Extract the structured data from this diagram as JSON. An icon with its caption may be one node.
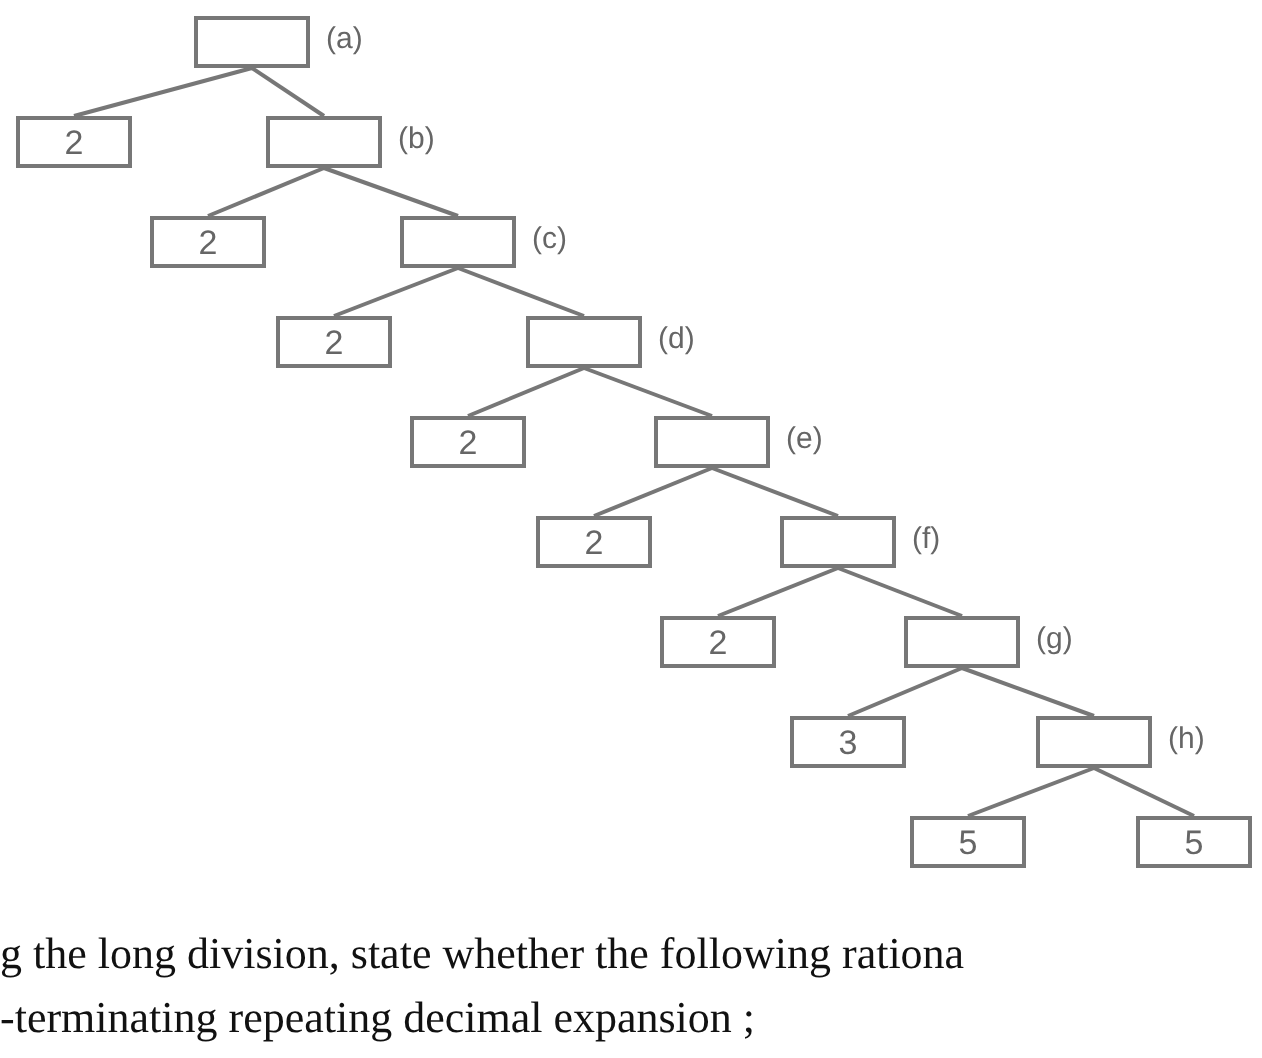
{
  "diagram": {
    "nodes": [
      {
        "text": [],
        "shape": "box",
        "beside": [
          "(a)"
        ]
      },
      {
        "text": [
          "2"
        ]
      },
      {
        "text": [],
        "shape": "box",
        "beside": [
          "(b)"
        ]
      },
      {
        "text": [
          "2"
        ]
      },
      {
        "text": [],
        "shape": "box",
        "beside": [
          "(c)"
        ]
      },
      {
        "text": [
          "2"
        ]
      },
      {
        "text": [],
        "shape": "box",
        "beside": [
          "(d)"
        ]
      },
      {
        "text": [
          "2"
        ]
      },
      {
        "text": [],
        "shape": "box",
        "beside": [
          "(e)"
        ]
      },
      {
        "text": [
          "2"
        ]
      },
      {
        "text": [],
        "shape": "box",
        "beside": [
          "(f)"
        ]
      },
      {
        "text": [
          "2"
        ]
      },
      {
        "text": [],
        "shape": "box",
        "beside": [
          "(g)"
        ]
      },
      {
        "text": [
          "3"
        ]
      },
      {
        "text": [],
        "shape": "box",
        "beside": [
          "(h)"
        ]
      },
      {
        "text": [
          "5"
        ]
      },
      {
        "text": [
          "5"
        ]
      }
    ],
    "edges": [
      {
        "from": 0,
        "to": 1,
        "arrow": "none"
      },
      {
        "from": 0,
        "to": 2,
        "arrow": "none"
      },
      {
        "from": 2,
        "to": 3,
        "arrow": "none"
      },
      {
        "from": 2,
        "to": 4,
        "arrow": "none"
      },
      {
        "from": 4,
        "to": 5,
        "arrow": "none"
      },
      {
        "from": 4,
        "to": 6,
        "arrow": "none"
      },
      {
        "from": 6,
        "to": 7,
        "arrow": "none"
      },
      {
        "from": 6,
        "to": 8,
        "arrow": "none"
      },
      {
        "from": 8,
        "to": 9,
        "arrow": "none"
      },
      {
        "from": 8,
        "to": 10,
        "arrow": "none"
      },
      {
        "from": 10,
        "to": 11,
        "arrow": "none"
      },
      {
        "from": 10,
        "to": 12,
        "arrow": "none"
      },
      {
        "from": 12,
        "to": 13,
        "arrow": "none"
      },
      {
        "from": 12,
        "to": 14,
        "arrow": "none"
      },
      {
        "from": 14,
        "to": 15,
        "arrow": "none"
      },
      {
        "from": 14,
        "to": 16,
        "arrow": "none"
      }
    ],
    "labels": [
      "g the long division, state whether the following rationa",
      "-terminating repeating decimal expansion ;"
    ]
  }
}
